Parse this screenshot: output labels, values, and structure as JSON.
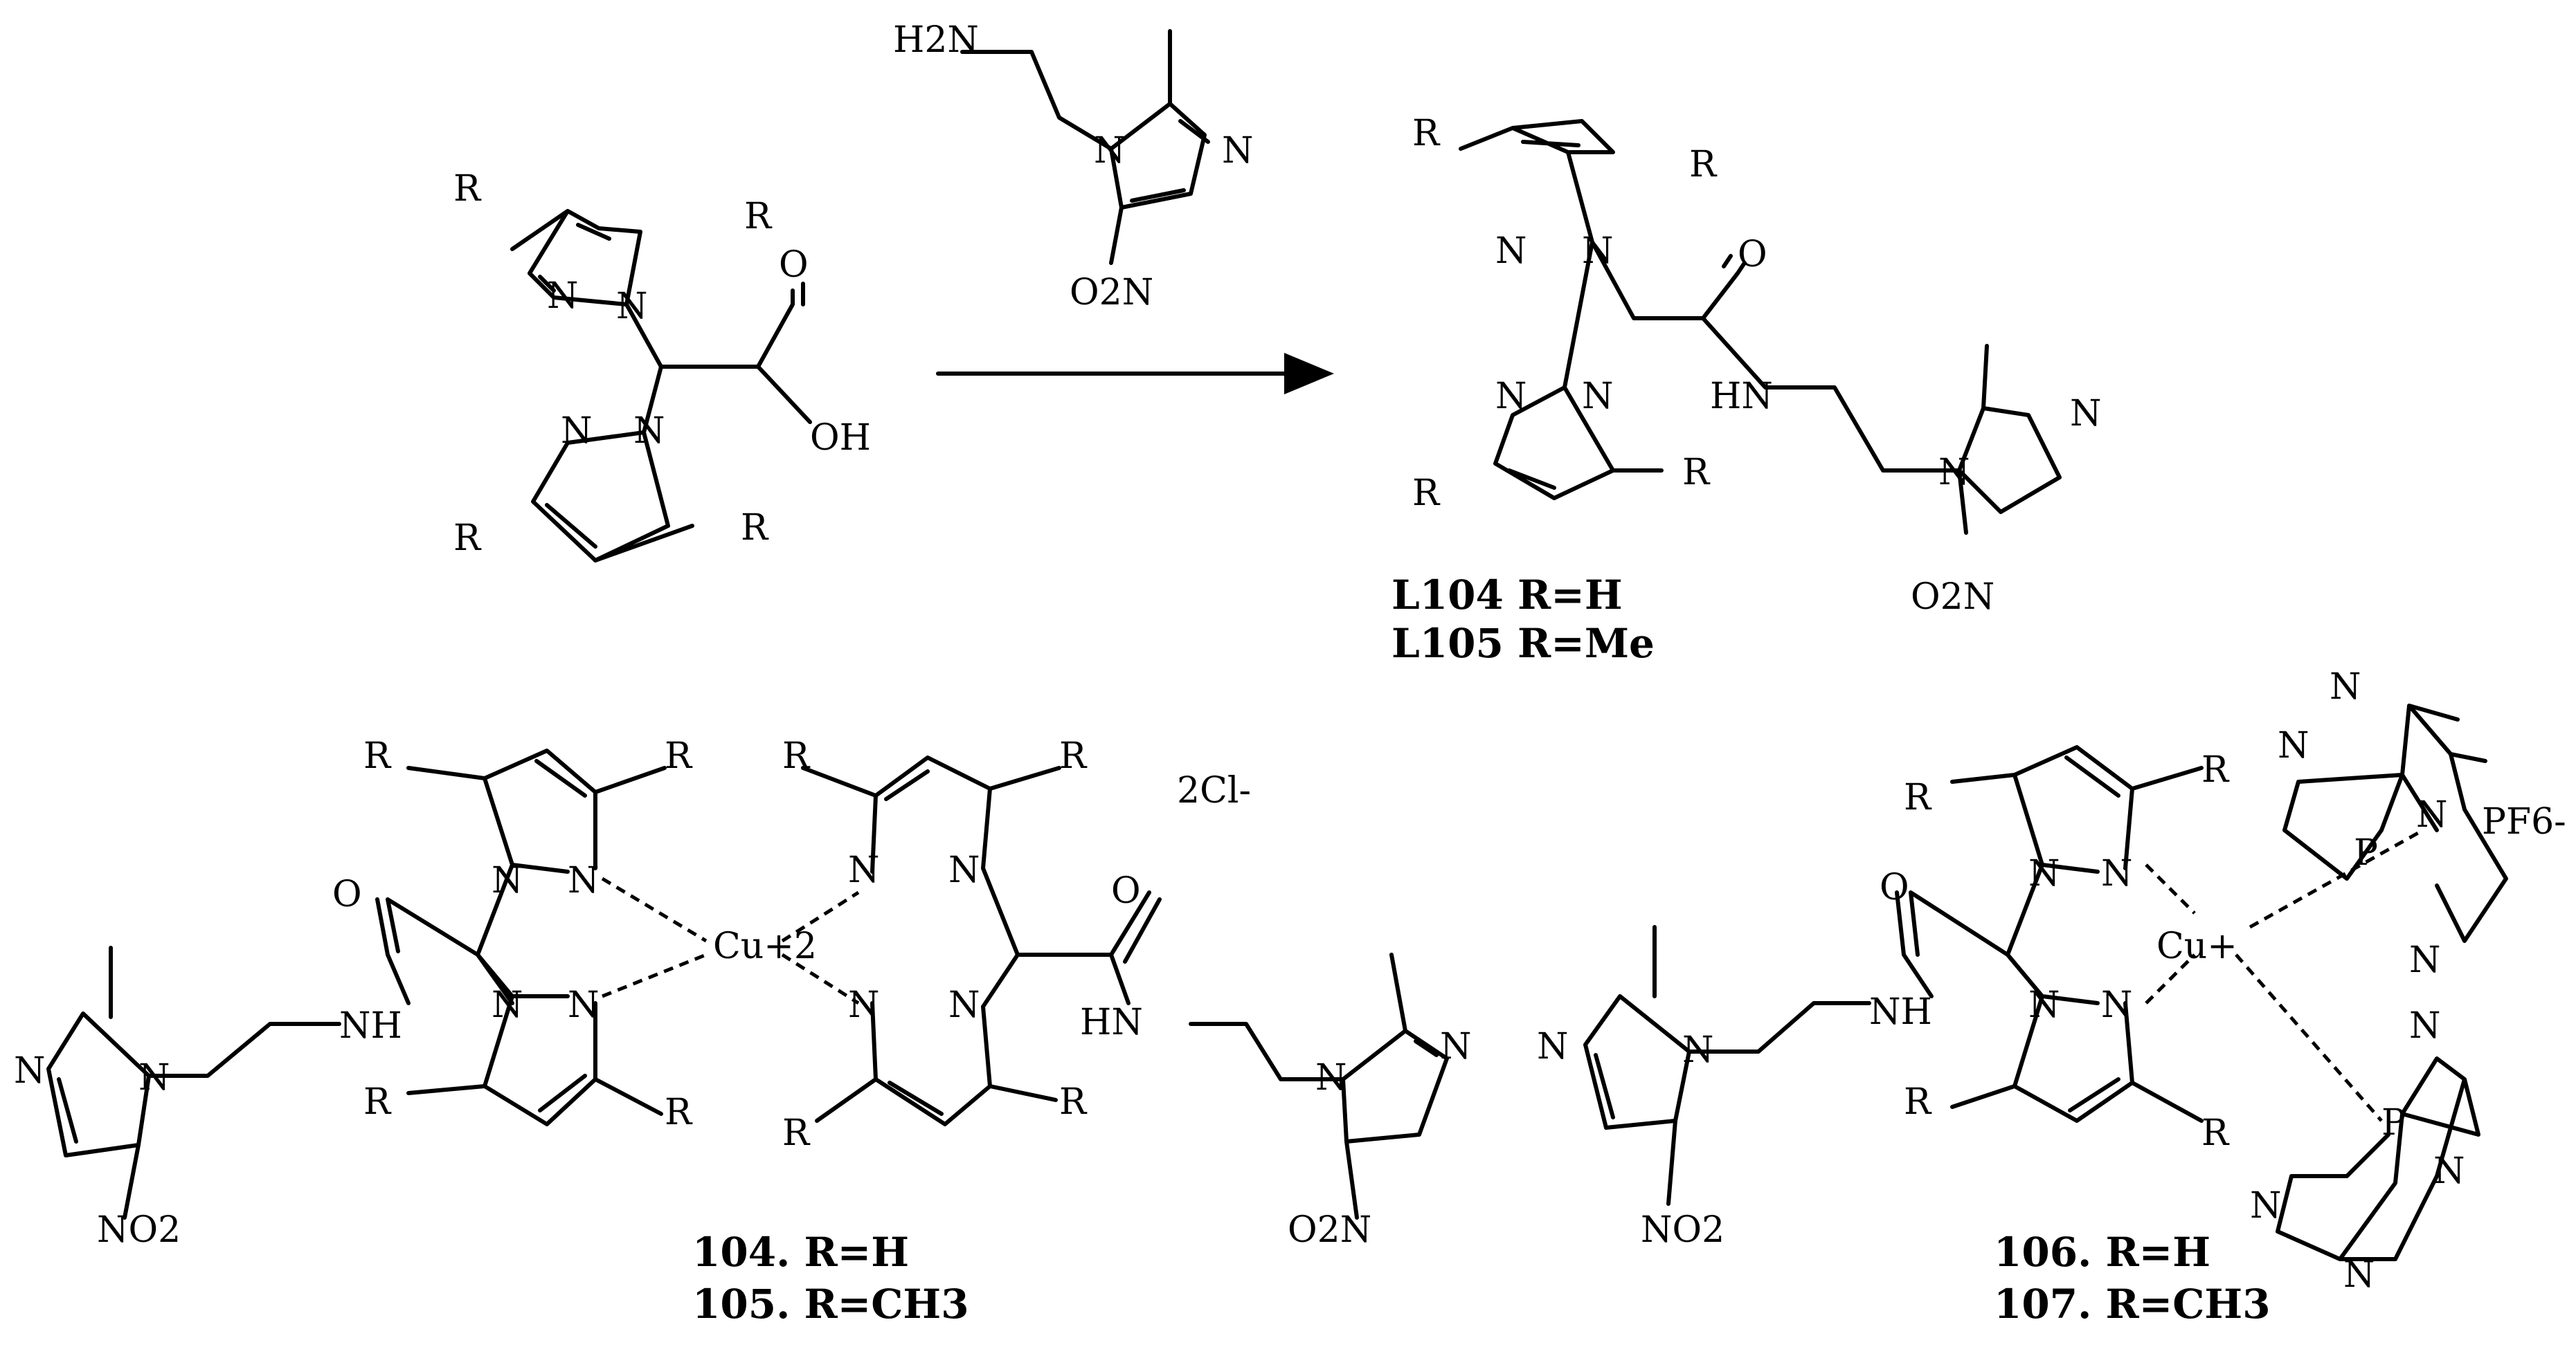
{
  "atoms": {
    "R": "R",
    "N": "N",
    "O": "O",
    "OH": "OH",
    "HN": "HN",
    "NH": "NH",
    "H2N": "H2N",
    "O2N": "O2N",
    "NO2": "NO2",
    "P": "P",
    "Cu2": "Cu+2",
    "Cu1": "Cu+"
  },
  "counterions": {
    "chloride": "2Cl-",
    "pf6": "PF6-"
  },
  "captions": {
    "ligand_1": "L104 R=H",
    "ligand_2": "L105 R=Me",
    "complex_1": "104. R=H",
    "complex_2": "105. R=CH3",
    "complex_3": "106. R=H",
    "complex_4": "107. R=CH3"
  }
}
